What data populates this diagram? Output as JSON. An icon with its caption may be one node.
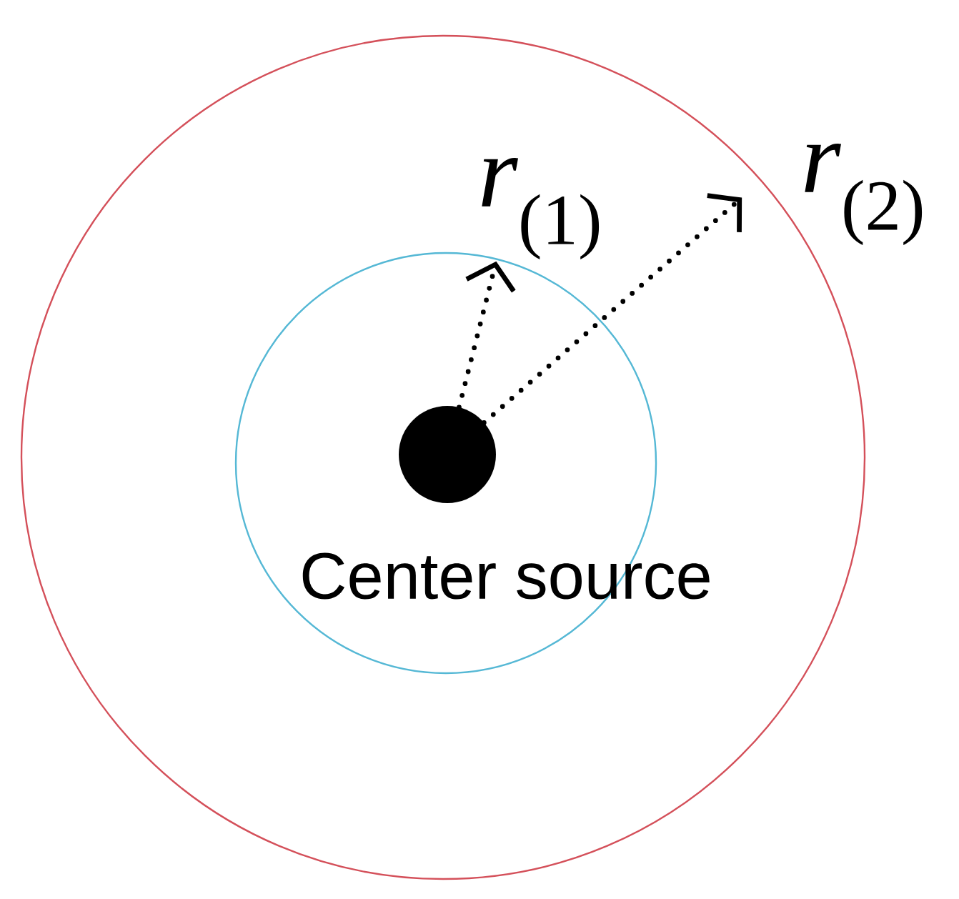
{
  "diagram": {
    "nodes": [
      {
        "text": [],
        "shape": "circle"
      },
      {
        "text": [],
        "shape": "circle",
        "in": 0
      },
      {
        "text": [],
        "shape": "circle",
        "in": 1,
        "beside": [
          "Center source"
        ]
      }
    ],
    "edges": [
      {
        "from": 2,
        "to": 1,
        "arrow": "to",
        "label": "*r*$_{(1)}$",
        "style": "dashed"
      },
      {
        "from": 2,
        "to": 0,
        "arrow": "to",
        "label": "*r*$_{(2)}$",
        "style": "dashed"
      }
    ]
  }
}
